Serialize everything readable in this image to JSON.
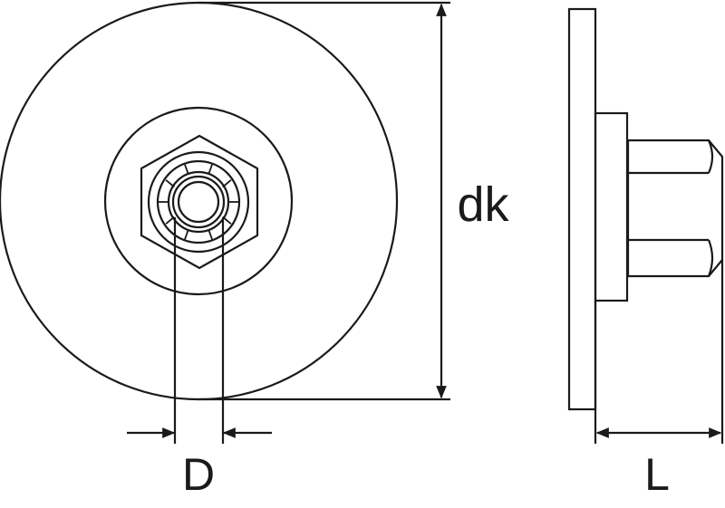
{
  "labels": {
    "dk": "dk",
    "D": "D",
    "L": "L"
  },
  "colors": {
    "stroke": "#1a1a1a",
    "background": "#ffffff"
  }
}
